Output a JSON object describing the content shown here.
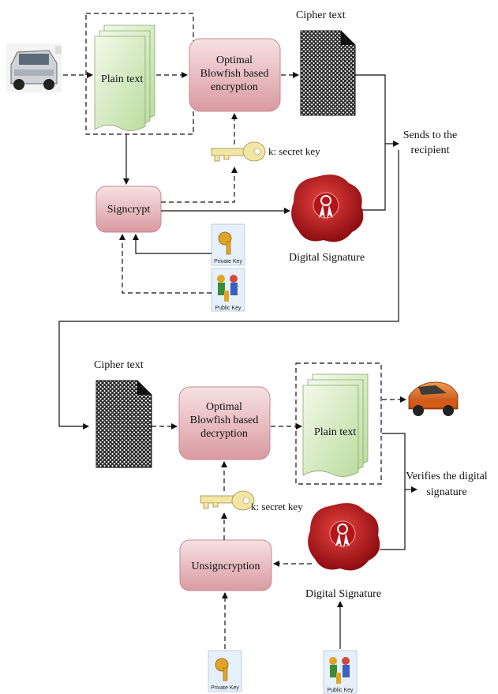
{
  "top": {
    "plain_text": "Plain text",
    "process_line1": "Optimal",
    "process_line2": "Blowfish based",
    "process_line3": "encryption",
    "cipher_text": "Cipher text",
    "secret_key": "k: secret key",
    "signcrypt": "Signcrypt",
    "digital_signature": "Digital Signature",
    "private_key": "Private Key",
    "public_key": "Public Key",
    "sends_line1": "Sends to the",
    "sends_line2": "recipient"
  },
  "bottom": {
    "cipher_text": "Cipher text",
    "process_line1": "Optimal",
    "process_line2": "Blowfish based",
    "process_line3": "decryption",
    "plain_text": "Plain text",
    "secret_key": "k: secret key",
    "unsigncryption": "Unsigncryption",
    "digital_signature": "Digital Signature",
    "private_key": "Private Key",
    "public_key": "Public Key",
    "verifies_line1": "Verifies the digital",
    "verifies_line2": "signature"
  },
  "colors": {
    "process_fill": "#e9b9bd",
    "document_fill": "#d6ebc0",
    "seal_red": "#c0161c",
    "key_yellow": "#f2e6a2",
    "car_orange": "#e0641e"
  },
  "icons": [
    "car-icon",
    "document-icon",
    "cipher-document-icon",
    "key-icon",
    "seal-icon",
    "private-key-icon",
    "public-key-icon"
  ]
}
